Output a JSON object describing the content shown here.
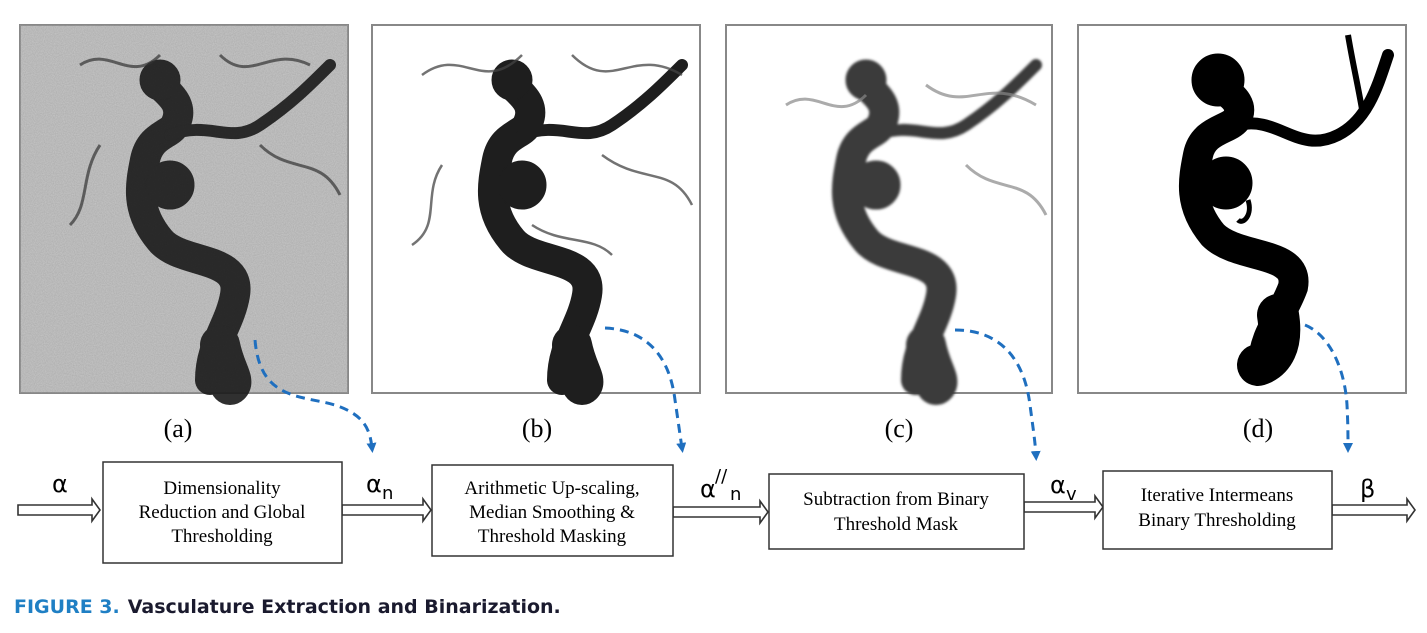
{
  "panels": [
    {
      "label": "(a)",
      "style": "noisy-grayscale"
    },
    {
      "label": "(b)",
      "style": "thresholded-grayscale"
    },
    {
      "label": "(c)",
      "style": "smoothed-grayscale"
    },
    {
      "label": "(d)",
      "style": "binary"
    }
  ],
  "pipeline": {
    "input_symbol": "α",
    "boxes": [
      {
        "lines": [
          "Dimensionality",
          "Reduction and Global",
          "Thresholding"
        ]
      },
      {
        "lines": [
          "Arithmetic Up-scaling,",
          "Median Smoothing &",
          "Threshold Masking"
        ]
      },
      {
        "lines": [
          "Subtraction from Binary",
          "Threshold Mask"
        ]
      },
      {
        "lines": [
          "Iterative Intermeans",
          "Binary Thresholding"
        ]
      }
    ],
    "outputs": [
      {
        "symbol": "α",
        "sup": "",
        "sub": "n"
      },
      {
        "symbol": "α",
        "sup": "//",
        "sub": "n"
      },
      {
        "symbol": "α",
        "sup": "",
        "sub": "v"
      },
      {
        "symbol": "β",
        "sup": "",
        "sub": ""
      }
    ]
  },
  "caption": {
    "number": "FIGURE 3.",
    "text": "Vasculature Extraction and Binarization."
  },
  "colors": {
    "caption_number": "#1f7fc4",
    "dashed_arrow": "#1f6fbf"
  }
}
